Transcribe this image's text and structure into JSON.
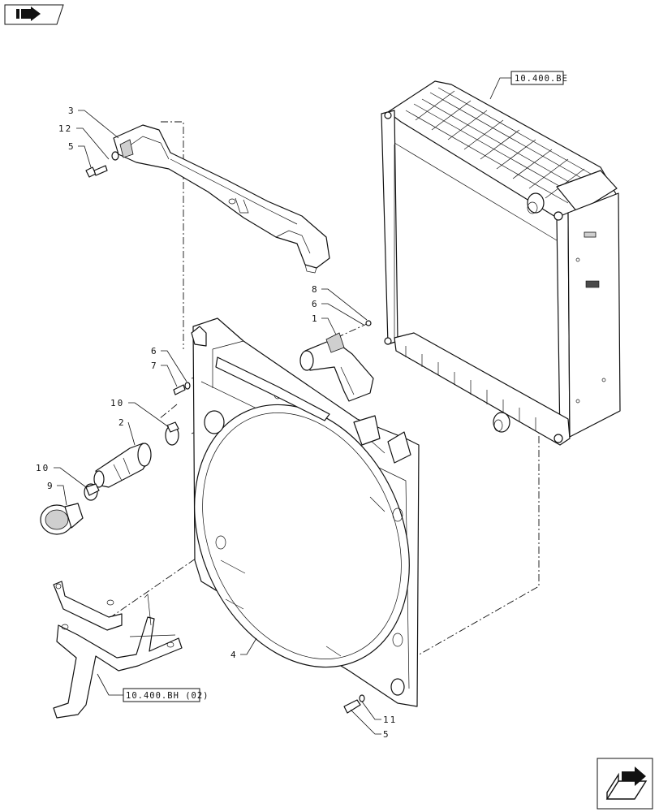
{
  "references": {
    "radiator": "10.400.BE",
    "bracket": "10.400.BH (02)"
  },
  "callouts": {
    "c1": "1",
    "c2": "2",
    "c3": "3",
    "c4": "4",
    "c5a": "5",
    "c5b": "5",
    "c6a": "6",
    "c6b": "6",
    "c7": "7",
    "c8": "8",
    "c9": "9",
    "c10a": "10",
    "c10b": "10",
    "c11": "11",
    "c12": "12"
  },
  "icons": {
    "top_left": "back-arrow-icon",
    "bottom_right": "next-page-icon"
  }
}
